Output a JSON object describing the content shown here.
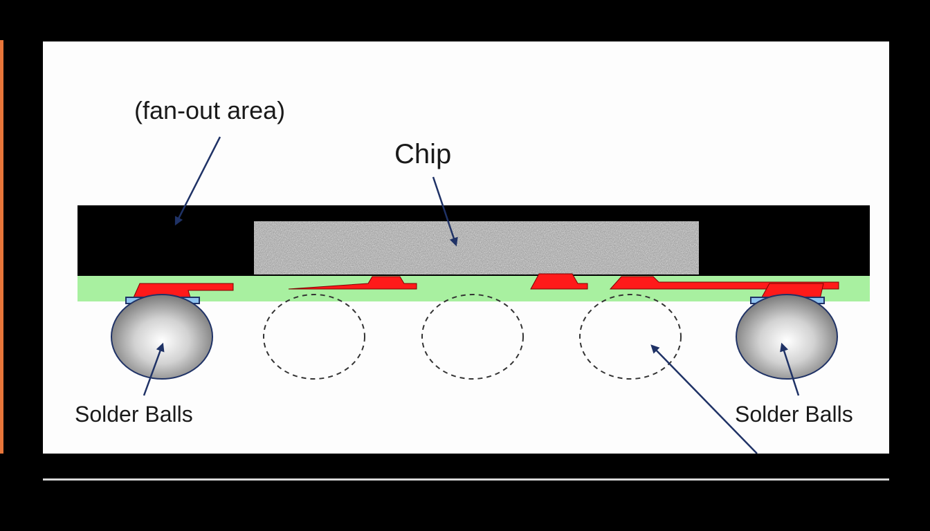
{
  "labels": {
    "fanout": "(fan-out area)",
    "chip": "Chip",
    "solder_left": "Solder Balls",
    "solder_right": "Solder Balls"
  },
  "colors": {
    "accent": "#e8763a",
    "background": "#000000",
    "panel": "#fdfdfd",
    "mold": "#000000",
    "redistribution_layer": "#a8f0a0",
    "traces": "#ff1a1a",
    "arrow": "#1f3266",
    "divider": "#d8d8d8"
  },
  "icons": {
    "fanout_arrow": "arrow-icon",
    "chip_arrow": "arrow-icon",
    "ball_arrow": "arrow-icon"
  }
}
